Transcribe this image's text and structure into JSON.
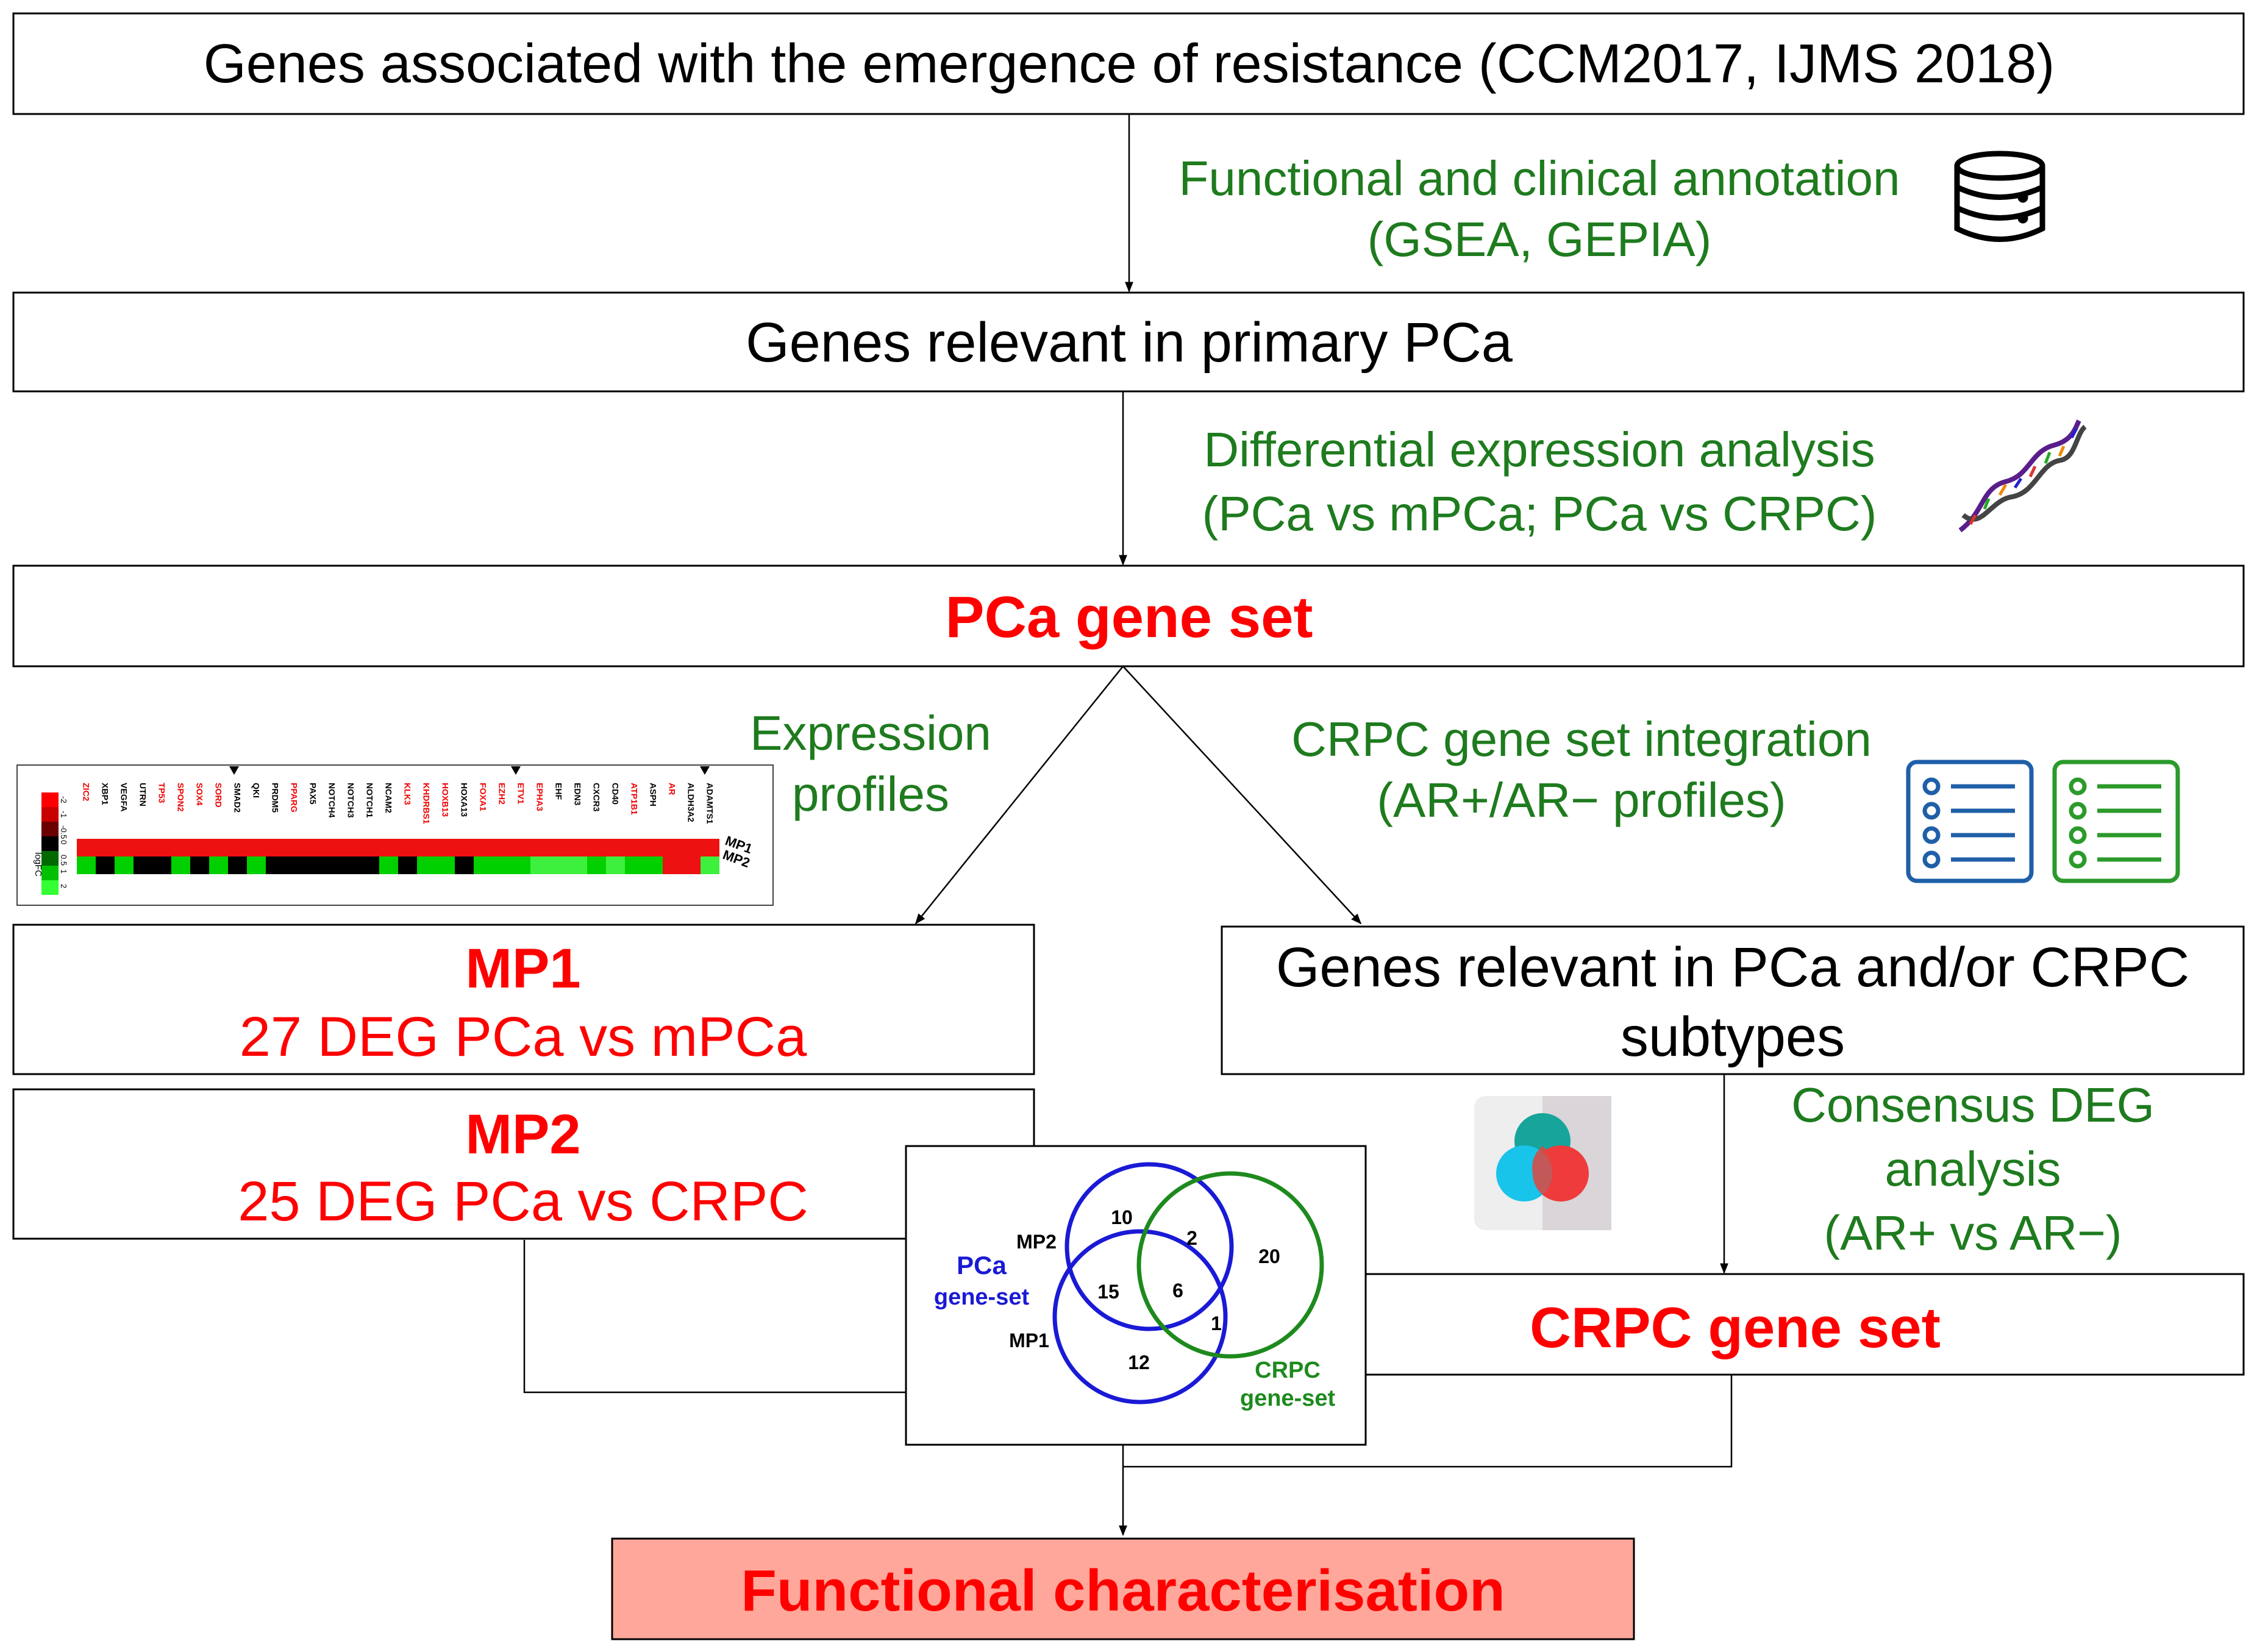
{
  "colors": {
    "red": "#ff0000",
    "green": "#1e7b1e",
    "blue": "#1a1ad6",
    "final_fill": "#ffa79a"
  },
  "boxes": {
    "top": "Genes associated with the emergence of resistance (CCM2017, IJMS 2018)",
    "primary": "Genes relevant in primary PCa",
    "pca_set": "PCa gene set",
    "mp1_title": "MP1",
    "mp1_sub": "27 DEG PCa vs mPCa",
    "mp2_title": "MP2",
    "mp2_sub": "25 DEG PCa vs CRPC",
    "crpc_rel_line1": "Genes relevant in PCa and/or CRPC",
    "crpc_rel_line2": "subtypes",
    "crpc_set": "CRPC gene set",
    "final": "Functional characterisation"
  },
  "steps": {
    "annotation_line1": "Functional and clinical annotation",
    "annotation_line2": "(GSEA, GEPIA)",
    "diffexp_line1": "Differential expression analysis",
    "diffexp_line2": "(PCa vs mPCa; PCa vs CRPC)",
    "expr_line1": "Expression",
    "expr_line2": "profiles",
    "crpc_int_line1": "CRPC gene set integration",
    "crpc_int_line2": "(AR+/AR− profiles)",
    "consensus_line1": "Consensus DEG",
    "consensus_line2": "analysis",
    "consensus_line3": "(AR+ vs AR−)"
  },
  "icons": [
    "database-icon",
    "dna-icon",
    "blue-checklist-icon",
    "green-checklist-icon",
    "venn-app-icon"
  ],
  "venn": {
    "pca_label_1": "PCa",
    "pca_label_2": "gene-set",
    "crpc_label_1": "CRPC",
    "crpc_label_2": "gene-set",
    "mp1_label": "MP1",
    "mp2_label": "MP2",
    "counts": {
      "mp2_only": "10",
      "mp2_crpc": "2",
      "crpc_only": "20",
      "mp1_mp2": "15",
      "all_three": "6",
      "mp1_crpc": "1",
      "mp1_only": "12"
    }
  },
  "heatmap": {
    "legend_title": "logFC",
    "legend_ticks": [
      "-2",
      "-1",
      "-0.5",
      "0",
      "0.5",
      "1",
      "2"
    ],
    "row_labels": [
      "MP1",
      "MP2"
    ],
    "genes": [
      {
        "name": "ZIC2",
        "red": true
      },
      {
        "name": "XBP1",
        "red": false
      },
      {
        "name": "VEGFA",
        "red": false
      },
      {
        "name": "UTRN",
        "red": false
      },
      {
        "name": "TP53",
        "red": true
      },
      {
        "name": "SPON2",
        "red": true
      },
      {
        "name": "SOX4",
        "red": true
      },
      {
        "name": "SORD",
        "red": true
      },
      {
        "name": "SMAD2",
        "red": false
      },
      {
        "name": "QKI",
        "red": false
      },
      {
        "name": "PRDM5",
        "red": false
      },
      {
        "name": "PPARG",
        "red": true
      },
      {
        "name": "PAX5",
        "red": false
      },
      {
        "name": "NOTCH4",
        "red": false
      },
      {
        "name": "NOTCH3",
        "red": false
      },
      {
        "name": "NOTCH1",
        "red": false
      },
      {
        "name": "NCAM2",
        "red": false
      },
      {
        "name": "KLK3",
        "red": true
      },
      {
        "name": "KHDRBS1",
        "red": true
      },
      {
        "name": "HOXB13",
        "red": true
      },
      {
        "name": "HOXA13",
        "red": false
      },
      {
        "name": "FOXA1",
        "red": true
      },
      {
        "name": "EZH2",
        "red": true
      },
      {
        "name": "ETV1",
        "red": true
      },
      {
        "name": "EPHA3",
        "red": true
      },
      {
        "name": "EHF",
        "red": false
      },
      {
        "name": "EDN3",
        "red": false
      },
      {
        "name": "CXCR3",
        "red": false
      },
      {
        "name": "CD40",
        "red": false
      },
      {
        "name": "ATP1B1",
        "red": true
      },
      {
        "name": "ASPH",
        "red": false
      },
      {
        "name": "AR",
        "red": true
      },
      {
        "name": "ALDH3A2",
        "red": false
      },
      {
        "name": "ADAMTS1",
        "red": false
      }
    ],
    "mp1": [
      2,
      2,
      2,
      2,
      2,
      2,
      2,
      2,
      2,
      2,
      2,
      2,
      2,
      2,
      2,
      2,
      2,
      2,
      2,
      2,
      2,
      2,
      2,
      2,
      2,
      2,
      2,
      2,
      2,
      2,
      2,
      2,
      2,
      2
    ],
    "mp2": [
      1,
      0,
      1,
      0,
      0,
      1,
      0,
      1,
      0,
      1,
      0,
      0,
      0,
      0,
      0,
      0,
      1,
      0,
      1,
      1,
      0,
      1,
      1,
      1,
      -2,
      -2,
      -2,
      1,
      -2,
      1,
      1,
      2,
      2,
      -2
    ]
  }
}
